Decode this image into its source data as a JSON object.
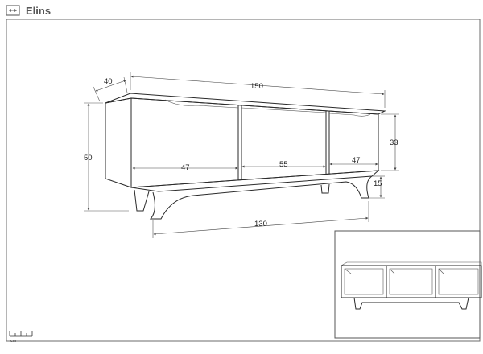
{
  "header": {
    "icon": "width-arrows-icon",
    "title": "Elins"
  },
  "dimensions": {
    "depth": "40",
    "width": "150",
    "height": "50",
    "door_height": "33",
    "leg_height": "15",
    "base_width": "130",
    "door_left": "47",
    "door_middle": "55",
    "door_right": "47"
  },
  "scale": {
    "icon": "ruler-icon",
    "unit": "cm"
  },
  "colors": {
    "stroke": "#2a2a2a",
    "frame": "#6b6b6b",
    "title": "#555555",
    "inset_border": "#555555"
  }
}
